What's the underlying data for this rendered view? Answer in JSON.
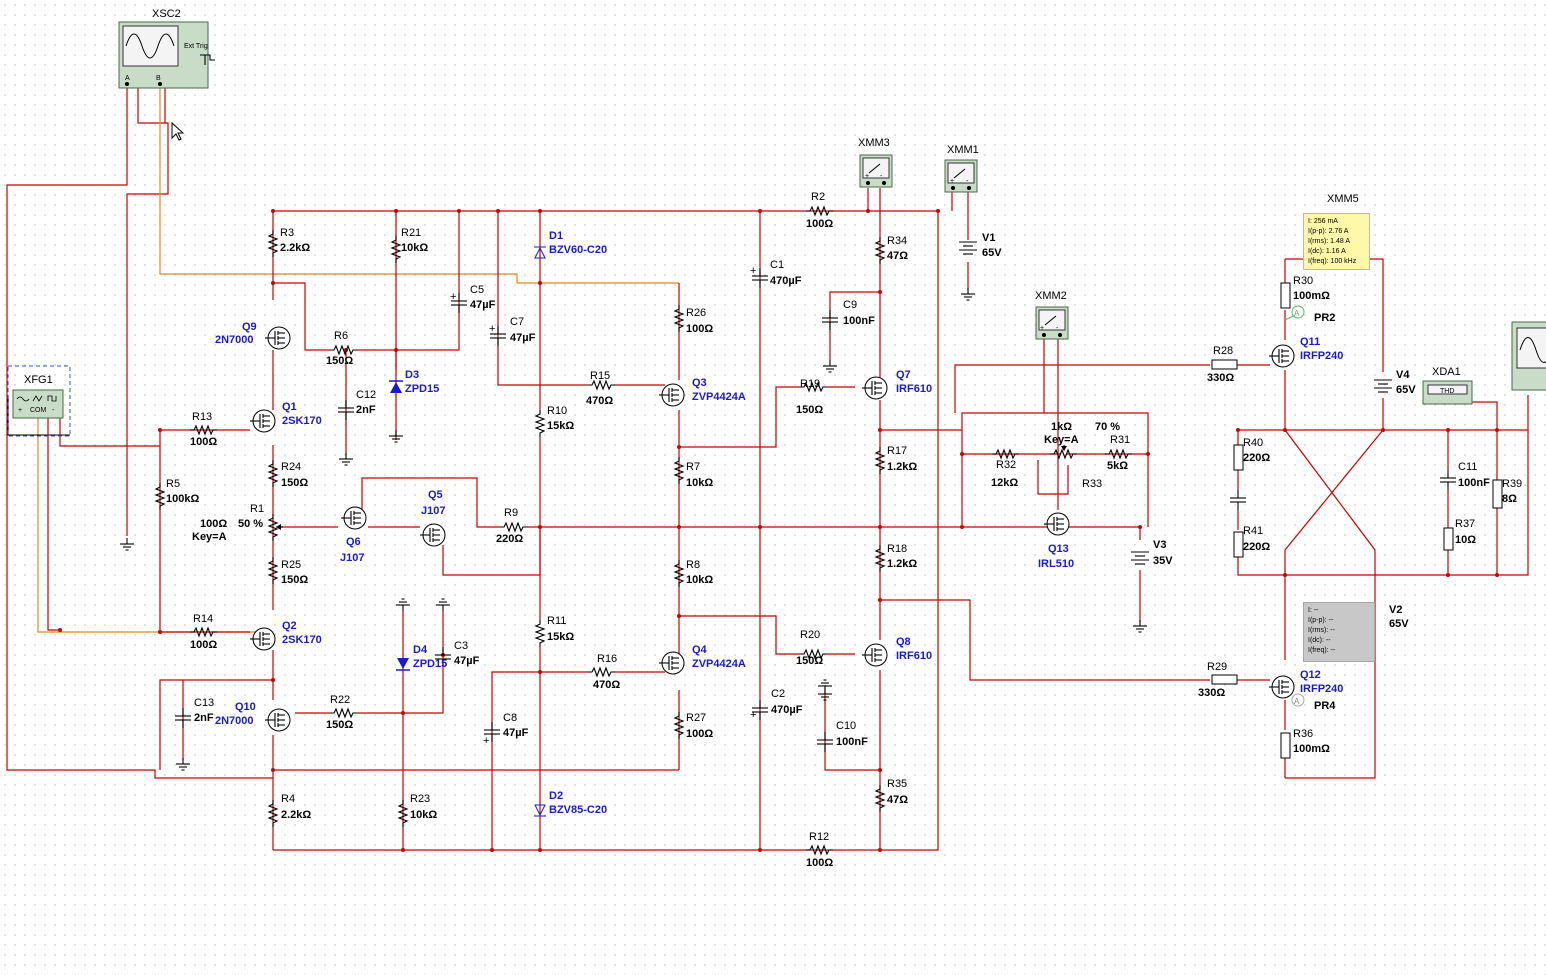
{
  "instruments": {
    "xsc2": {
      "name": "XSC2",
      "ext_trig": "Ext Trig",
      "a": "A",
      "b": "B"
    },
    "xfg1": {
      "name": "XFG1",
      "plus": "+",
      "com": "COM",
      "minus": "-"
    },
    "xmm1": {
      "name": "XMM1",
      "plus": "+",
      "minus": "-"
    },
    "xmm2": {
      "name": "XMM2",
      "plus": "+",
      "minus": "-"
    },
    "xmm3": {
      "name": "XMM3",
      "plus": "+",
      "minus": "-"
    },
    "xmm5": {
      "name": "XMM5"
    },
    "xda1": {
      "name": "XDA1",
      "screen": "THD"
    }
  },
  "resistors": [
    {
      "ref": "R3",
      "value": "2.2kΩ"
    },
    {
      "ref": "R21",
      "value": "10kΩ"
    },
    {
      "ref": "R6",
      "value": "150Ω"
    },
    {
      "ref": "R13",
      "value": "100Ω"
    },
    {
      "ref": "R5",
      "value": "100kΩ"
    },
    {
      "ref": "R24",
      "value": "150Ω"
    },
    {
      "ref": "R25",
      "value": "150Ω"
    },
    {
      "ref": "R14",
      "value": "100Ω"
    },
    {
      "ref": "R22",
      "value": "150Ω"
    },
    {
      "ref": "R4",
      "value": "2.2kΩ"
    },
    {
      "ref": "R23",
      "value": "10kΩ"
    },
    {
      "ref": "R9",
      "value": "220Ω"
    },
    {
      "ref": "R10",
      "value": "15kΩ"
    },
    {
      "ref": "R11",
      "value": "15kΩ"
    },
    {
      "ref": "R15",
      "value": "470Ω"
    },
    {
      "ref": "R16",
      "value": "470Ω"
    },
    {
      "ref": "R26",
      "value": "100Ω"
    },
    {
      "ref": "R7",
      "value": "10kΩ"
    },
    {
      "ref": "R8",
      "value": "10kΩ"
    },
    {
      "ref": "R27",
      "value": "100Ω"
    },
    {
      "ref": "R2",
      "value": "100Ω"
    },
    {
      "ref": "R12",
      "value": "100Ω"
    },
    {
      "ref": "R34",
      "value": "47Ω"
    },
    {
      "ref": "R19",
      "value": "150Ω"
    },
    {
      "ref": "R17",
      "value": "1.2kΩ"
    },
    {
      "ref": "R18",
      "value": "1.2kΩ"
    },
    {
      "ref": "R20",
      "value": "150Ω"
    },
    {
      "ref": "R35",
      "value": "47Ω"
    },
    {
      "ref": "R32",
      "value": "12kΩ"
    },
    {
      "ref": "R31",
      "value": "5kΩ"
    },
    {
      "ref": "R28",
      "value": "330Ω"
    },
    {
      "ref": "R29",
      "value": "330Ω"
    },
    {
      "ref": "R30",
      "value": "100mΩ"
    },
    {
      "ref": "R36",
      "value": "100mΩ"
    },
    {
      "ref": "R40",
      "value": "220Ω"
    },
    {
      "ref": "R41",
      "value": "220Ω"
    },
    {
      "ref": "R37",
      "value": "10Ω"
    },
    {
      "ref": "R39",
      "value": "8Ω"
    }
  ],
  "pots": {
    "r1": {
      "ref": "R1",
      "value": "100Ω",
      "percent": "50 %",
      "key": "Key=A"
    },
    "r33": {
      "ref": "R33",
      "value": "1kΩ",
      "percent": "70 %",
      "key": "Key=A"
    }
  },
  "capacitors": [
    {
      "ref": "C5",
      "value": "47µF"
    },
    {
      "ref": "C7",
      "value": "47µF"
    },
    {
      "ref": "C12",
      "value": "2nF"
    },
    {
      "ref": "C13",
      "value": "2nF"
    },
    {
      "ref": "C3",
      "value": "47µF"
    },
    {
      "ref": "C8",
      "value": "47µF"
    },
    {
      "ref": "C1",
      "value": "470µF"
    },
    {
      "ref": "C2",
      "value": "470µF"
    },
    {
      "ref": "C9",
      "value": "100nF"
    },
    {
      "ref": "C10",
      "value": "100nF"
    },
    {
      "ref": "C11",
      "value": "100nF"
    }
  ],
  "transistors": [
    {
      "ref": "Q9",
      "part": "2N7000"
    },
    {
      "ref": "Q1",
      "part": "2SK170"
    },
    {
      "ref": "Q2",
      "part": "2SK170"
    },
    {
      "ref": "Q10",
      "part": "2N7000"
    },
    {
      "ref": "Q6",
      "part": "J107"
    },
    {
      "ref": "Q5",
      "part": "J107"
    },
    {
      "ref": "Q3",
      "part": "ZVP4424A"
    },
    {
      "ref": "Q4",
      "part": "ZVP4424A"
    },
    {
      "ref": "Q7",
      "part": "IRF610"
    },
    {
      "ref": "Q8",
      "part": "IRF610"
    },
    {
      "ref": "Q13",
      "part": "IRL510"
    },
    {
      "ref": "Q11",
      "part": "IRFP240"
    },
    {
      "ref": "Q12",
      "part": "IRFP240"
    }
  ],
  "diodes": [
    {
      "ref": "D1",
      "part": "BZV60-C20"
    },
    {
      "ref": "D2",
      "part": "BZV85-C20"
    },
    {
      "ref": "D3",
      "part": "ZPD15"
    },
    {
      "ref": "D4",
      "part": "ZPD15"
    }
  ],
  "sources": [
    {
      "ref": "V1",
      "value": "65V"
    },
    {
      "ref": "V3",
      "value": "35V"
    },
    {
      "ref": "V4",
      "value": "65V"
    },
    {
      "ref": "V2",
      "value": "65V"
    }
  ],
  "probes": {
    "pr2": {
      "ref": "PR2",
      "letter": "A",
      "lines": [
        "I: 256 mA",
        "I(p-p): 2.76 A",
        "I(rms): 1.48 A",
        "I(dc): 1.16 A",
        "I(freq): 100 kHz"
      ]
    },
    "pr4": {
      "ref": "PR4",
      "letter": "A",
      "lines": [
        "I: --",
        "I(p-p): --",
        "I(rms): --",
        "I(dc): --",
        "I(freq): --"
      ]
    }
  },
  "colors": {
    "wire": "#cc0000",
    "probe_wire": "#e08a1e",
    "part_label": "#1a1ad0",
    "instrument": "#c8dcc8",
    "probe_active": "#fff8a8",
    "probe_inactive": "#c8c8c8"
  }
}
